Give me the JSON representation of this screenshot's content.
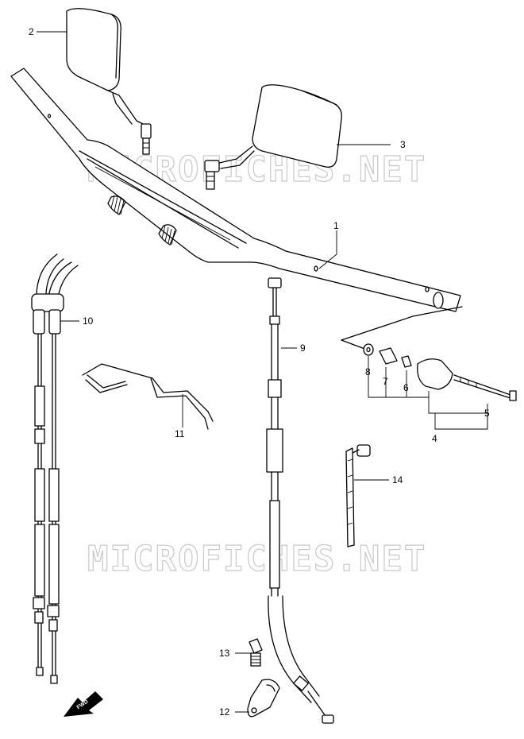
{
  "watermark": "MICROFICHES.NET",
  "fwd_label": "FWD",
  "callouts": {
    "p1": "1",
    "p2": "2",
    "p3": "3",
    "p4": "4",
    "p5": "5",
    "p6": "6",
    "p7": "7",
    "p8": "8",
    "p9": "9",
    "p10": "10",
    "p11": "11",
    "p12": "12",
    "p13": "13",
    "p14": "14"
  }
}
